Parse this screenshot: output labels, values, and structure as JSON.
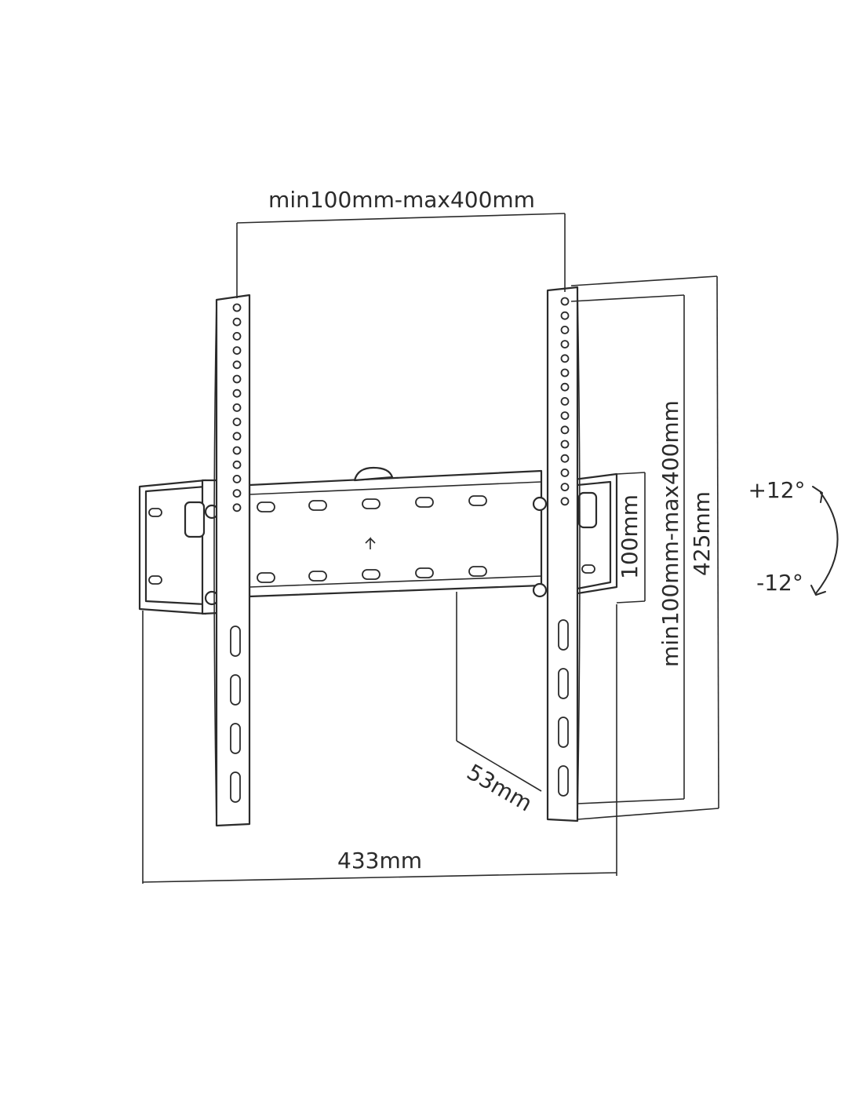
{
  "dimensions": {
    "hole_spacing_horizontal": "min100mm-max400mm",
    "hole_spacing_vertical": "min100mm-max400mm",
    "rail_height": "100mm",
    "overall_height": "425mm",
    "overall_width": "433mm",
    "wall_distance": "53mm"
  },
  "tilt": {
    "up": "+12°",
    "down": "-12°"
  },
  "colors": {
    "line": "#2b2b2b",
    "background": "#ffffff"
  }
}
